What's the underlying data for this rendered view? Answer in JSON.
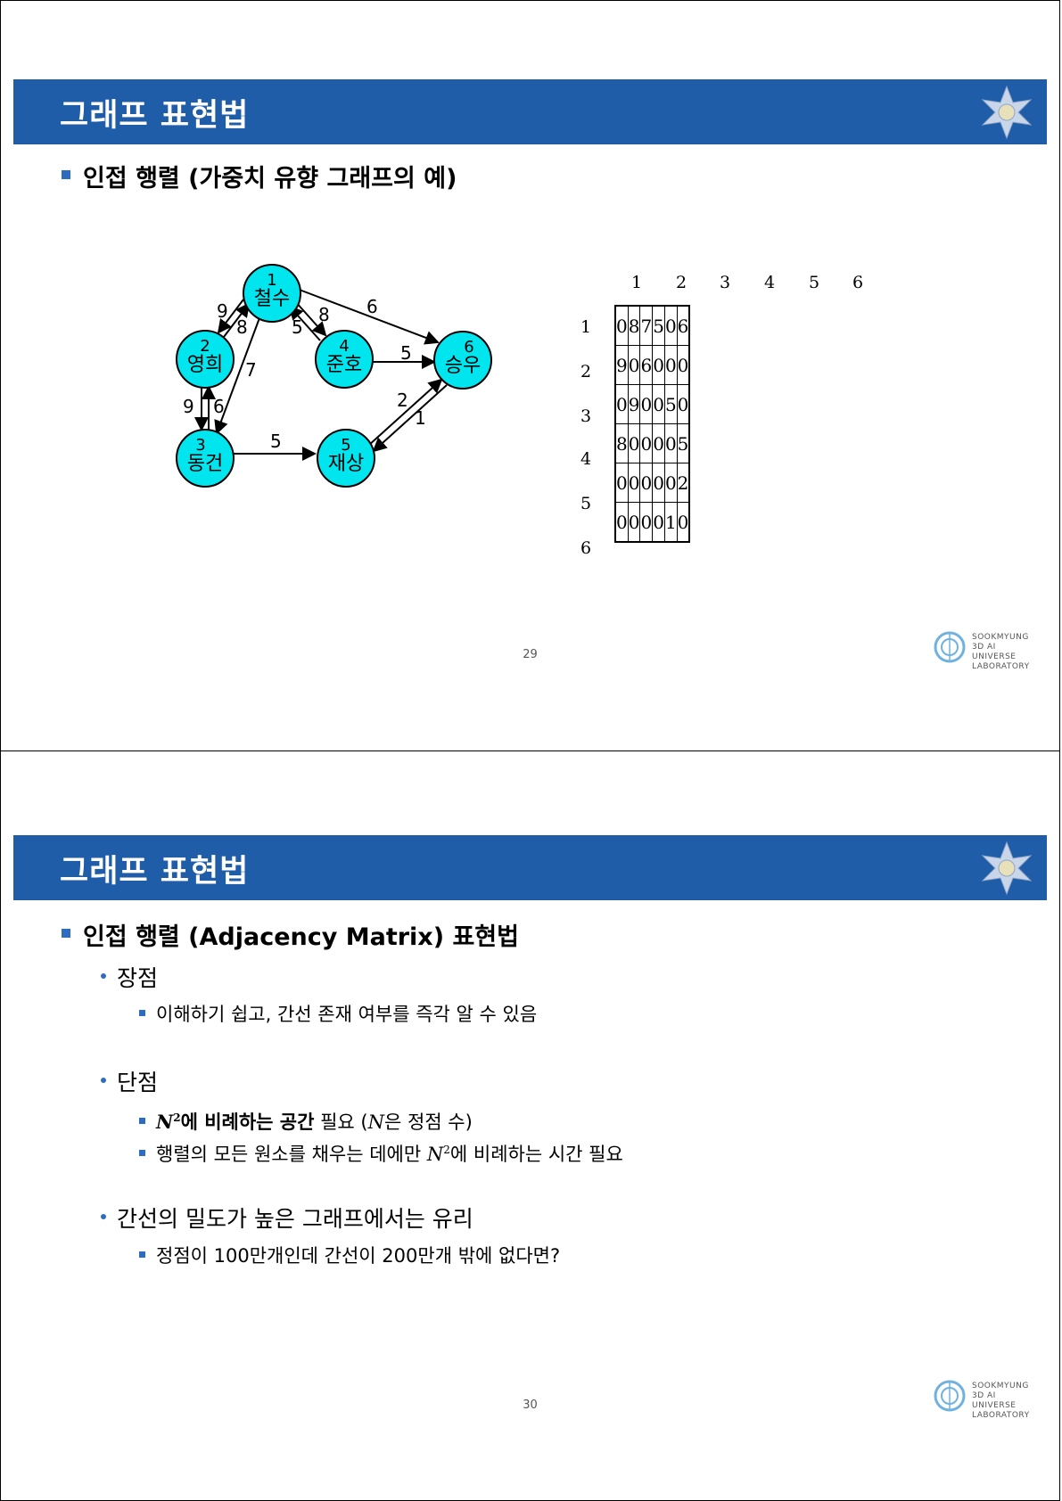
{
  "slide1": {
    "title": "그래프 표현법",
    "bullet": "인접 행렬 (가중치 유향 그래프의 예)",
    "page_number": "29",
    "nodes": [
      {
        "num": "1",
        "name": "철수"
      },
      {
        "num": "2",
        "name": "영희"
      },
      {
        "num": "3",
        "name": "동건"
      },
      {
        "num": "4",
        "name": "준호"
      },
      {
        "num": "5",
        "name": "재상"
      },
      {
        "num": "6",
        "name": "승우"
      }
    ],
    "edge_labels": [
      "9",
      "8",
      "5",
      "8",
      "6",
      "7",
      "5",
      "9",
      "6",
      "5",
      "2",
      "1"
    ],
    "matrix": {
      "col_headers": [
        "1",
        "2",
        "3",
        "4",
        "5",
        "6"
      ],
      "row_headers": [
        "1",
        "2",
        "3",
        "4",
        "5",
        "6"
      ],
      "rows": [
        [
          "0",
          "8",
          "7",
          "5",
          "0",
          "6"
        ],
        [
          "9",
          "0",
          "6",
          "0",
          "0",
          "0"
        ],
        [
          "0",
          "9",
          "0",
          "0",
          "5",
          "0"
        ],
        [
          "8",
          "0",
          "0",
          "0",
          "0",
          "5"
        ],
        [
          "0",
          "0",
          "0",
          "0",
          "0",
          "2"
        ],
        [
          "0",
          "0",
          "0",
          "0",
          "1",
          "0"
        ]
      ]
    }
  },
  "slide2": {
    "title": "그래프 표현법",
    "bullet": "인접 행렬 (Adjacency Matrix) 표현법",
    "advantages": {
      "heading": "장점",
      "items": [
        "이해하기 쉽고, 간선 존재 여부를 즉각 알 수 있음"
      ]
    },
    "disadvantages": {
      "heading": "단점",
      "item1_var": "N",
      "item1_sup": "2",
      "item1_bold": "에 비례하는 공간",
      "item1_rest_a": " 필요 (",
      "item1_var2": "N",
      "item1_rest_b": "은 정점 수)",
      "item2_a": "행렬의 모든 원소를 채우는 데에만 ",
      "item2_var": "N",
      "item2_sup": "2",
      "item2_b": "에 비례하는 시간 필요"
    },
    "dense": {
      "heading": "간선의 밀도가 높은 그래프에서는 유리",
      "item": "정점이 100만개인데 간선이 200만개 밖에 없다면?"
    },
    "page_number": "30"
  },
  "lab_logo_text": [
    "SOOKMYUNG",
    "3D AI UNIVERSE",
    "LABORATORY"
  ],
  "colors": {
    "title_bar": "#1f5da8",
    "node_fill": "#00e5ee",
    "bullet": "#2e6cc0"
  }
}
